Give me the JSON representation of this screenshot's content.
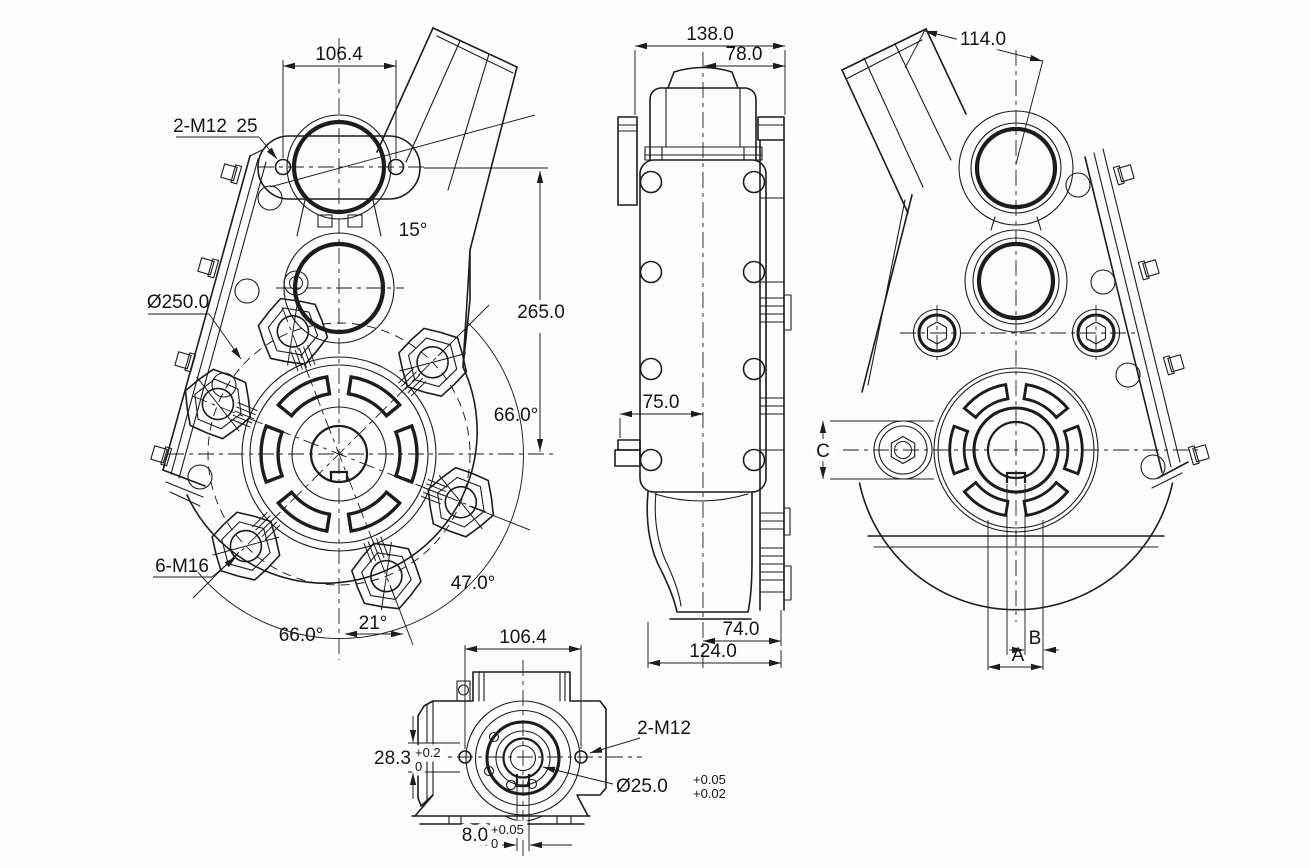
{
  "front_view": {
    "dim_width_top": "106.4",
    "label_holes": "2-M12",
    "dim_offset": "25",
    "dim_angle_port": "15°",
    "dim_flange_dia": "Ø250.0",
    "dim_height": "265.0",
    "dim_angle_right": "66.0°",
    "label_bolts": "6-M16",
    "dim_angle_lower_right": "47.0°",
    "dim_angle_lower_left": "66.0°",
    "dim_angle_bottom": "21°"
  },
  "side_view": {
    "dim_width_overall": "138.0",
    "dim_width_upper": "78.0",
    "dim_width_left": "75.0",
    "dim_width_lower": "74.0",
    "dim_width_base": "124.0"
  },
  "back_view": {
    "dim_width_top": "114.0",
    "dim_c": "C",
    "dim_b": "B",
    "dim_a": "A"
  },
  "bottom_view": {
    "dim_width_top": "106.4",
    "label_holes": "2-M12",
    "dim_depth": "28.3",
    "dim_depth_tol_upper": "+0.2",
    "dim_depth_tol_lower": "0",
    "dim_bore": "Ø25.0",
    "dim_bore_tol_upper": "+0.05",
    "dim_bore_tol_lower": "+0.02",
    "dim_key": "8.0",
    "dim_key_tol_upper": "+0.05",
    "dim_key_tol_lower": "0"
  }
}
